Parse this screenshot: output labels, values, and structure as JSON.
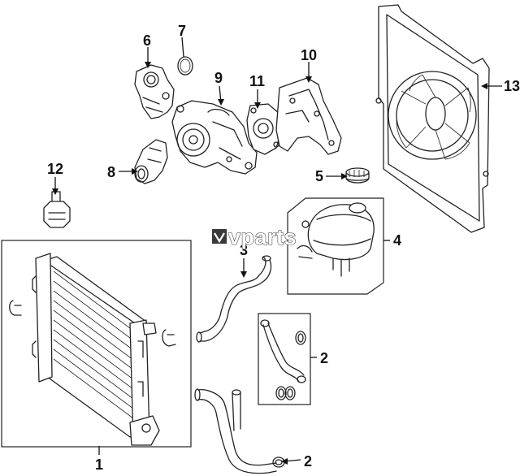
{
  "callouts": {
    "c1": "1",
    "c2a": "2",
    "c2b": "2",
    "c3": "3",
    "c4": "4",
    "c5": "5",
    "c6": "6",
    "c7": "7",
    "c8": "8",
    "c9": "9",
    "c10": "10",
    "c11": "11",
    "c12": "12",
    "c13": "13"
  },
  "watermark": {
    "text": "vparts"
  },
  "colors": {
    "line": "#222222",
    "background": "#ffffff"
  }
}
